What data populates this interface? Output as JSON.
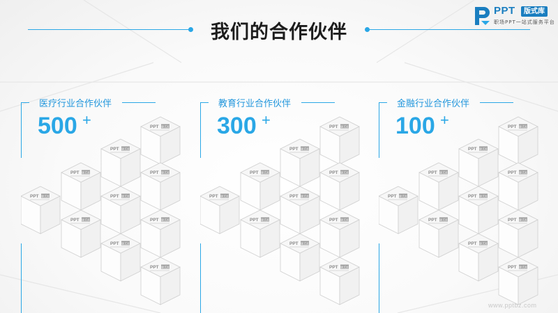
{
  "title": "我们的合作伙伴",
  "logo": {
    "brand": "PPT",
    "badge": "版式库",
    "tagline": "职场PPT一站式服务平台"
  },
  "colors": {
    "accent": "#2aa7e6",
    "title": "#1d1d1d",
    "logo": "#1a7ec0"
  },
  "groups": [
    {
      "label": "医疗行业合作伙伴",
      "count": "500",
      "suffix": "+"
    },
    {
      "label": "教育行业合作伙伴",
      "count": "300",
      "suffix": "+"
    },
    {
      "label": "金融行业合作伙伴",
      "count": "100",
      "suffix": "+"
    }
  ],
  "cube_logo": {
    "brand": "PPT",
    "badge": "版式库"
  },
  "watermark": "www.pptbz.com"
}
